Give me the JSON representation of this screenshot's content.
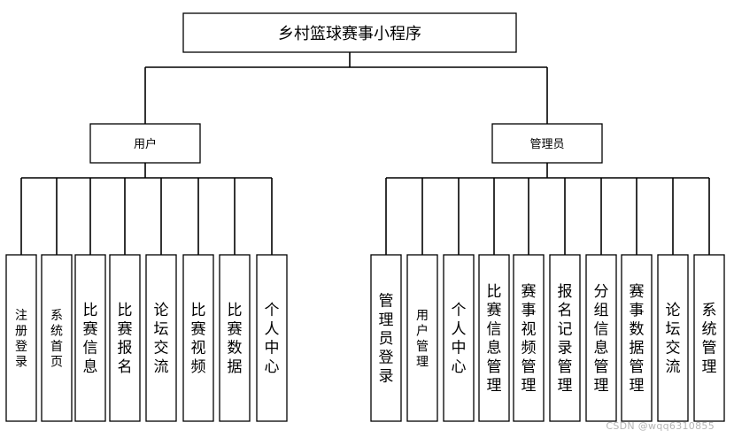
{
  "root": {
    "label": "乡村篮球赛事小程序"
  },
  "user": {
    "label": "用户",
    "children": [
      "注册登录",
      "系统首页",
      "比赛信息",
      "比赛报名",
      "论坛交流",
      "比赛视频",
      "比赛数据",
      "个人中心"
    ]
  },
  "admin": {
    "label": "管理员",
    "children": [
      "管理员登录",
      "用户管理",
      "个人中心",
      "比赛信息管理",
      "赛事视频管理",
      "报名记录管理",
      "分组信息管理",
      "赛事数据管理",
      "论坛交流",
      "系统管理"
    ]
  },
  "watermark": "CSDN @wqq6310855"
}
